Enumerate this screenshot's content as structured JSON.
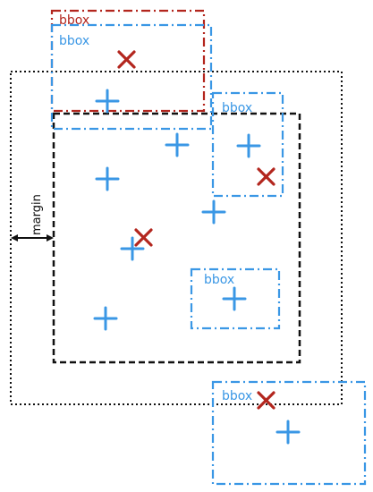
{
  "colors": {
    "blue": "#3a97e5",
    "red": "#b3261e",
    "black": "#111111",
    "bbox_shade": "#e9eef6"
  },
  "labels": {
    "bbox": "bbox",
    "margin": "margin"
  },
  "boxes": [
    {
      "id": "bbox-top-red",
      "label": "bbox",
      "color": "red"
    },
    {
      "id": "bbox-top-blue",
      "label": "bbox",
      "color": "blue"
    },
    {
      "id": "bbox-right",
      "label": "bbox",
      "color": "blue"
    },
    {
      "id": "bbox-middle",
      "label": "bbox",
      "color": "blue"
    },
    {
      "id": "bbox-bottom",
      "label": "bbox",
      "color": "blue"
    }
  ]
}
